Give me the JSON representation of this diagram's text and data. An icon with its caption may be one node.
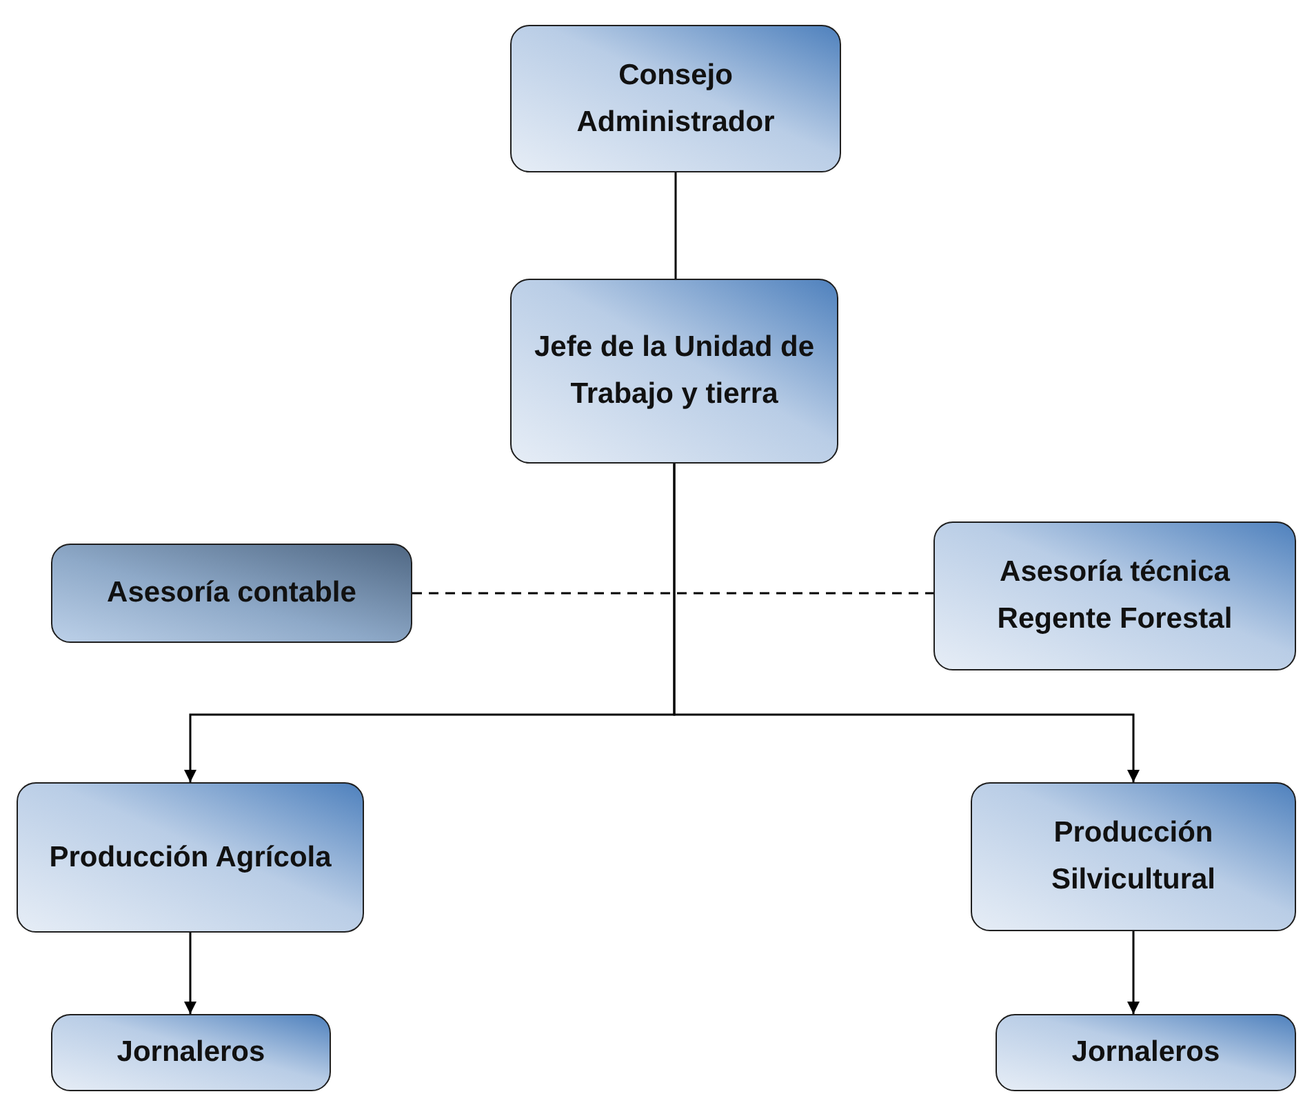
{
  "diagram": {
    "nodes": [
      {
        "text": [
          "Consejo Administrador"
        ]
      },
      {
        "text": [
          "Jefe de la Unidad de Trabajo y tierra"
        ]
      },
      {
        "text": [
          "Asesoría contable"
        ]
      },
      {
        "text": [
          "Asesoría técnica Regente Forestal"
        ]
      },
      {
        "text": [
          "Producción Agrícola"
        ]
      },
      {
        "text": [
          "Producción Silvicultural"
        ]
      },
      {
        "text": [
          "Jornaleros"
        ]
      },
      {
        "text": [
          "Jornaleros"
        ]
      }
    ],
    "edges": [
      {
        "from": 0,
        "to": 1,
        "arrow": "none"
      },
      {
        "from": 1,
        "to": 4,
        "arrow": "to"
      },
      {
        "from": 1,
        "to": 5,
        "arrow": "to"
      },
      {
        "from": 2,
        "to": 3,
        "arrow": "none",
        "style": "dashed"
      },
      {
        "from": 4,
        "to": 6,
        "arrow": "to"
      },
      {
        "from": 5,
        "to": 7,
        "arrow": "to"
      }
    ]
  }
}
